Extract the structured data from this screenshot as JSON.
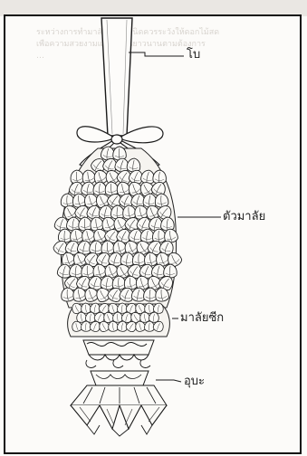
{
  "header": {
    "faded_text": "▔▔▔▔  ▔▔▔▔▔▔▔  ▔▔▔▔▔",
    "bleed_lines": [
      "ระหว่างการทำมาลัยแต่ละชนิดควรระวังให้ดอกไม้สด",
      "เพื่อความสวยงามและคงทนยาวนานตามต้องการ",
      "…"
    ]
  },
  "figure": {
    "labels": {
      "ribbon": "โบ",
      "garland_body": "ตัวมาลัย",
      "small_garland": "มาลัยซีก",
      "tassel": "อุบะ"
    }
  },
  "colors": {
    "ink": "#1c1c1c",
    "paper": "#fcfbf9",
    "border": "#111111"
  }
}
